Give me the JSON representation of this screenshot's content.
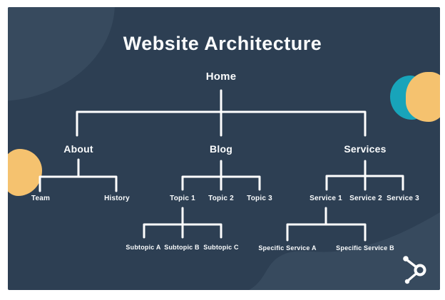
{
  "header": {
    "title": "Website Architecture"
  },
  "tree": {
    "label": "Home",
    "children": [
      {
        "label": "About",
        "children": [
          {
            "label": "Team"
          },
          {
            "label": "History"
          }
        ]
      },
      {
        "label": "Blog",
        "children": [
          {
            "label": "Topic 1",
            "children": [
              {
                "label": "Subtopic A"
              },
              {
                "label": "Subtopic B"
              },
              {
                "label": "Subtopic C"
              }
            ]
          },
          {
            "label": "Topic 2"
          },
          {
            "label": "Topic 3"
          }
        ]
      },
      {
        "label": "Services",
        "children": [
          {
            "label": "Service 1",
            "children": [
              {
                "label": "Specific Service A"
              },
              {
                "label": "Specific Service B"
              }
            ]
          },
          {
            "label": "Service 2"
          },
          {
            "label": "Service 3"
          }
        ]
      }
    ]
  },
  "branding": {
    "logo": "hubspot-sprocket-icon"
  },
  "colors": {
    "background": "#2d3f53",
    "background_light_shape": "#374a5e",
    "line_and_text": "#ffffff",
    "accent_teal": "#18a4ba",
    "accent_yellow": "#f5c26f"
  }
}
